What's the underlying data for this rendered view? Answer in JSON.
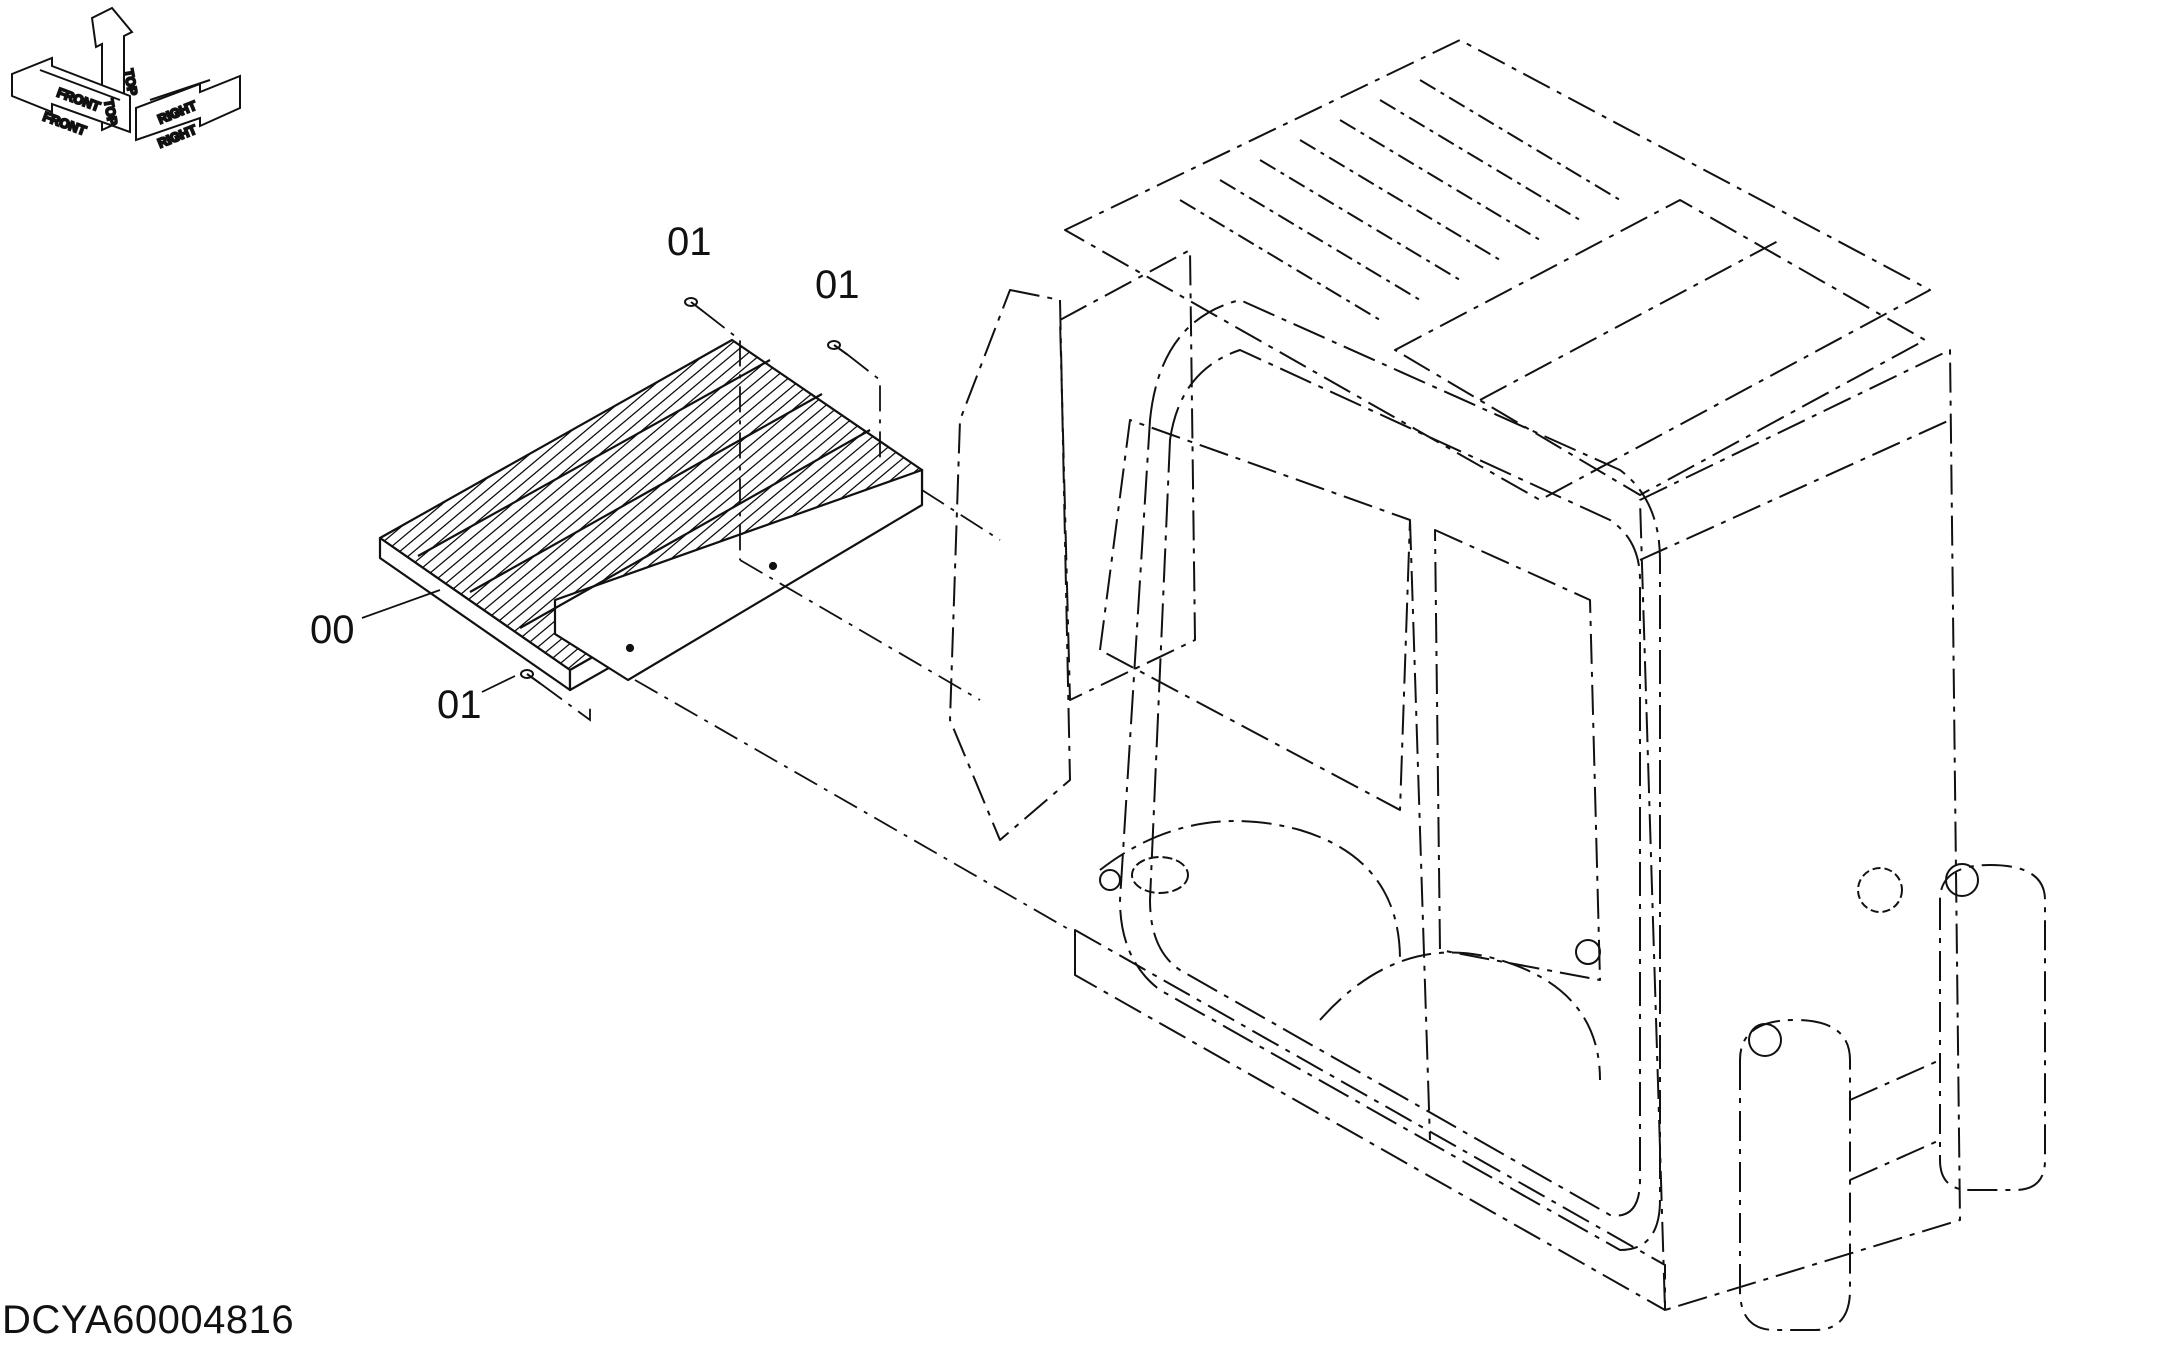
{
  "orientation_indicator": {
    "top": "TOP",
    "front": "FRONT",
    "right": "RIGHT",
    "front_panel": "FRONT",
    "top_panel": "TOP",
    "right_panel": "RIGHT"
  },
  "callouts": [
    {
      "id": "00",
      "label": "00"
    },
    {
      "id": "01a",
      "label": "01"
    },
    {
      "id": "01b",
      "label": "01"
    },
    {
      "id": "01c",
      "label": "01"
    }
  ],
  "drawing_id": "DCYA60004816",
  "colors": {
    "line": "#111111",
    "background": "#ffffff"
  }
}
